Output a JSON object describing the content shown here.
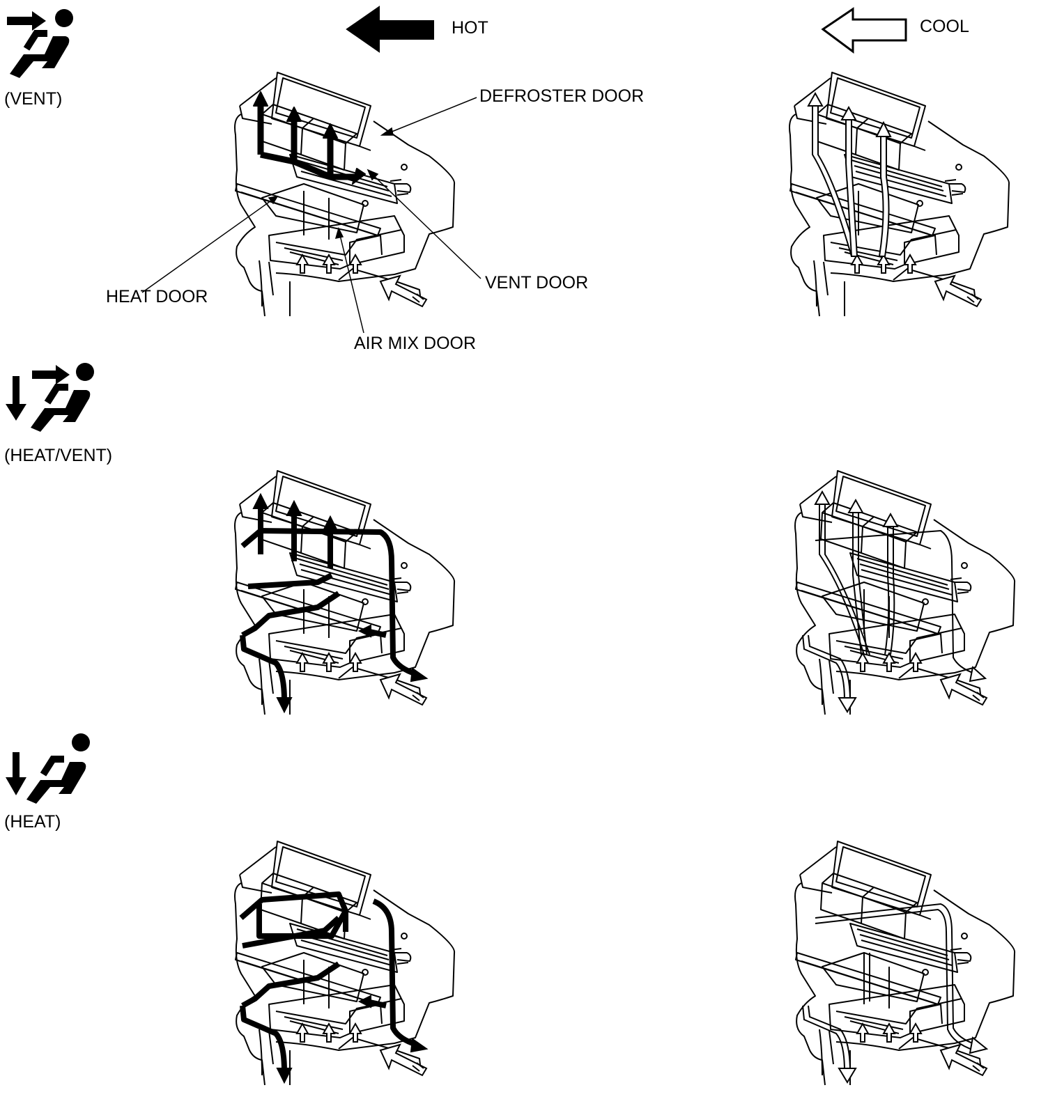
{
  "legend": {
    "hot_label": "HOT",
    "cool_label": "COOL"
  },
  "modes": [
    {
      "id": "vent",
      "label": "(VENT)",
      "icon": "vent-mode-icon"
    },
    {
      "id": "heat-vent",
      "label": "(HEAT/VENT)",
      "icon": "heat-vent-mode-icon"
    },
    {
      "id": "heat",
      "label": "(HEAT)",
      "icon": "heat-mode-icon"
    }
  ],
  "callouts": {
    "defroster_door": "DEFROSTER DOOR",
    "heat_door": "HEAT DOOR",
    "vent_door": "VENT DOOR",
    "air_mix_door": "AIR MIX DOOR"
  },
  "colors": {
    "hot_flow": "#000000",
    "cool_flow": "#ffffff",
    "line": "#000000"
  }
}
